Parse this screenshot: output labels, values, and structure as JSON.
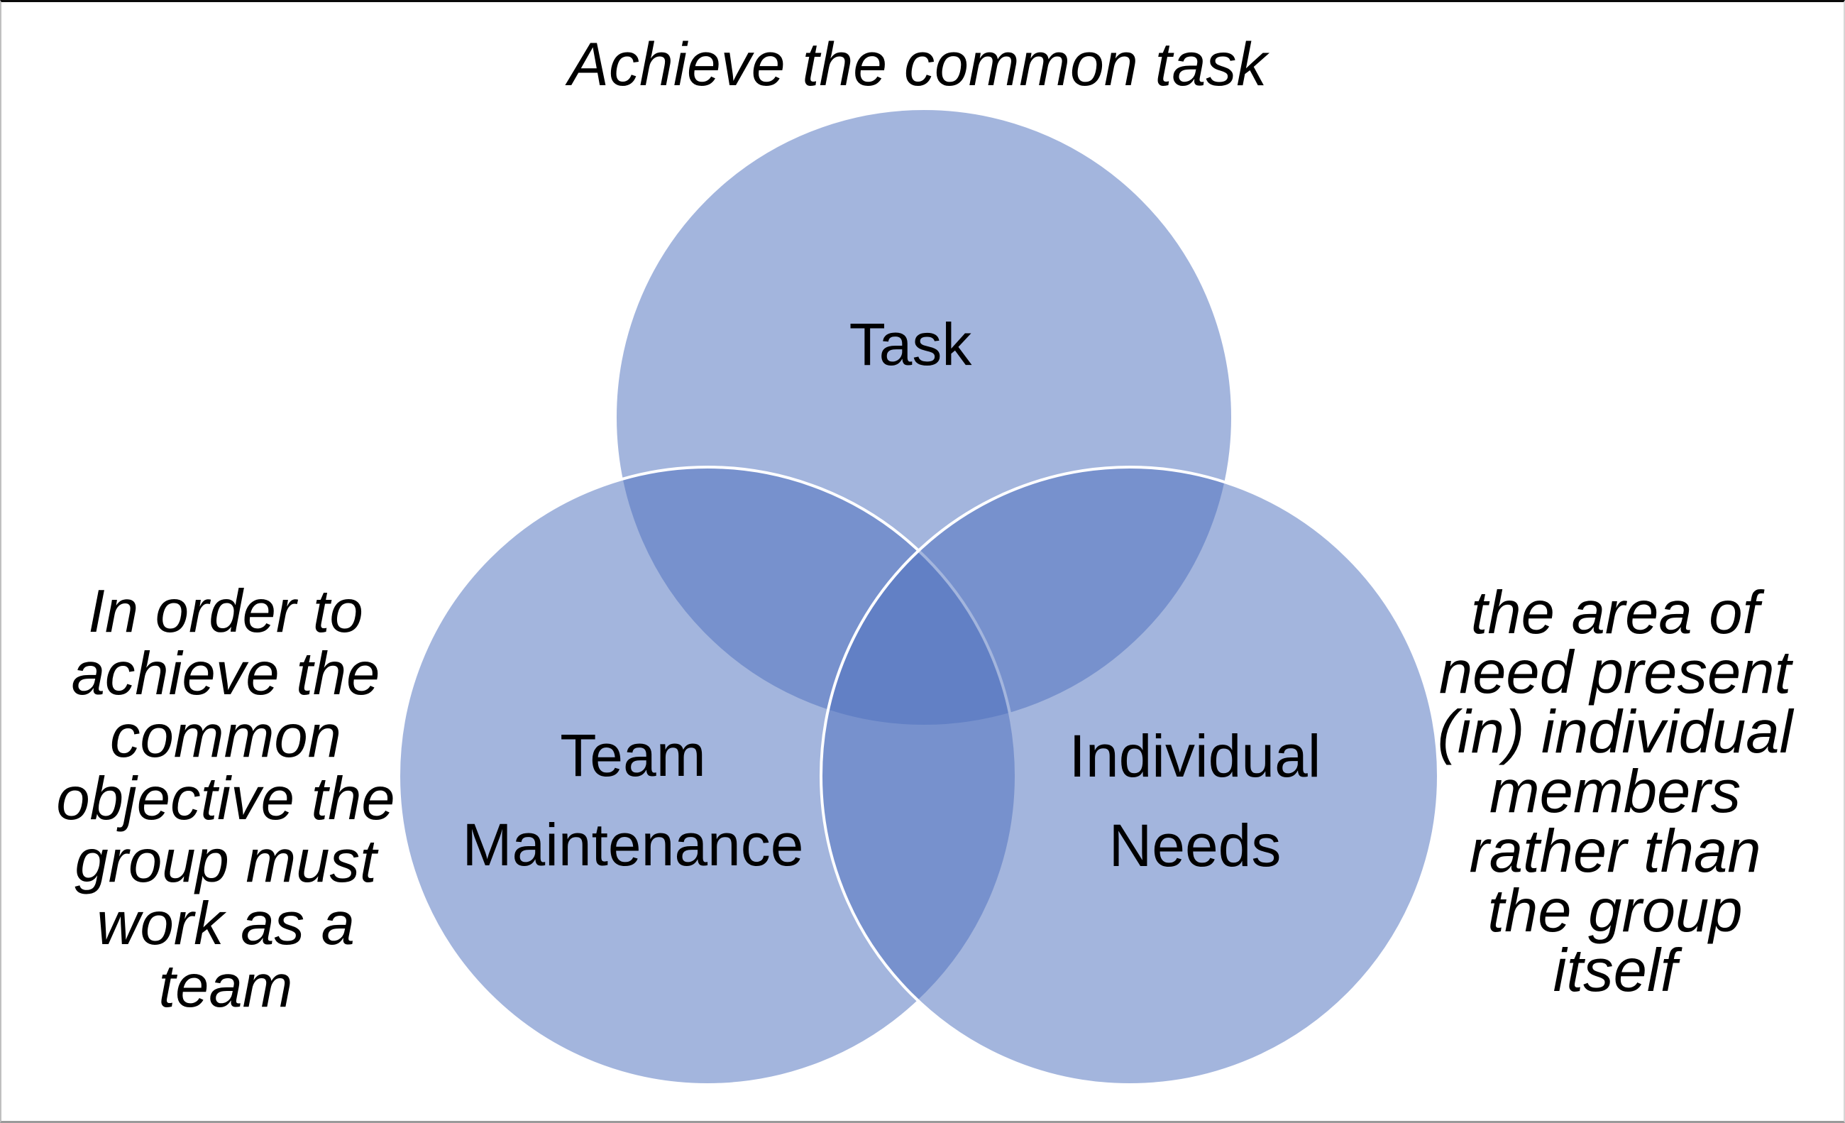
{
  "diagram": {
    "title": "Achieve the common task",
    "colors": {
      "background": "#ffffff",
      "text": "#000000",
      "circle_fill": "rgba(78,114,190,0.52)",
      "circle_stroke": "#ffffff",
      "overlap_two": "#7793cd",
      "overlap_three": "#6280c5"
    },
    "circles": {
      "task": {
        "label": "Task"
      },
      "team": {
        "label": "Team Maintenance",
        "lines": [
          "Team",
          "Maintenance"
        ]
      },
      "individual": {
        "label": "Individual Needs",
        "lines": [
          "Individual",
          "Needs"
        ]
      }
    },
    "annotations": {
      "left": {
        "text": "In order to achieve the common objective the group must work as a team",
        "lines": [
          "In order to",
          "achieve the",
          "common",
          "objective the",
          "group must",
          "work as a",
          "team"
        ]
      },
      "right": {
        "text": "the area of need present (in) individual members rather than the group itself",
        "lines": [
          "the area of",
          "need present",
          "(in) individual",
          "members",
          "rather than",
          "the group",
          "itself"
        ]
      }
    }
  }
}
